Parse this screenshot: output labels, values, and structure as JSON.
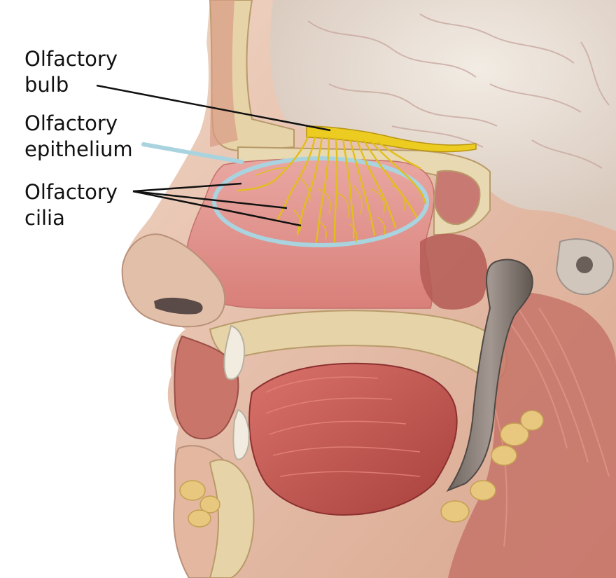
{
  "labels": {
    "olfactory_bulb": [
      "Olfactory",
      "bulb"
    ],
    "olfactory_epithelium": [
      "Olfactory",
      "epithelium"
    ],
    "olfactory_cilia": [
      "Olfactory",
      "cilia"
    ]
  },
  "colors": {
    "background": "#ffffff",
    "skin": "#e8c4ae",
    "muscle": "#c85a52",
    "mucosa": "#e0928e",
    "bone": "#e8d7b0",
    "brain": "#ede5da",
    "nerve": "#e8c520",
    "highlight_ring": "#a9d4df",
    "leader_line": "#111111"
  }
}
